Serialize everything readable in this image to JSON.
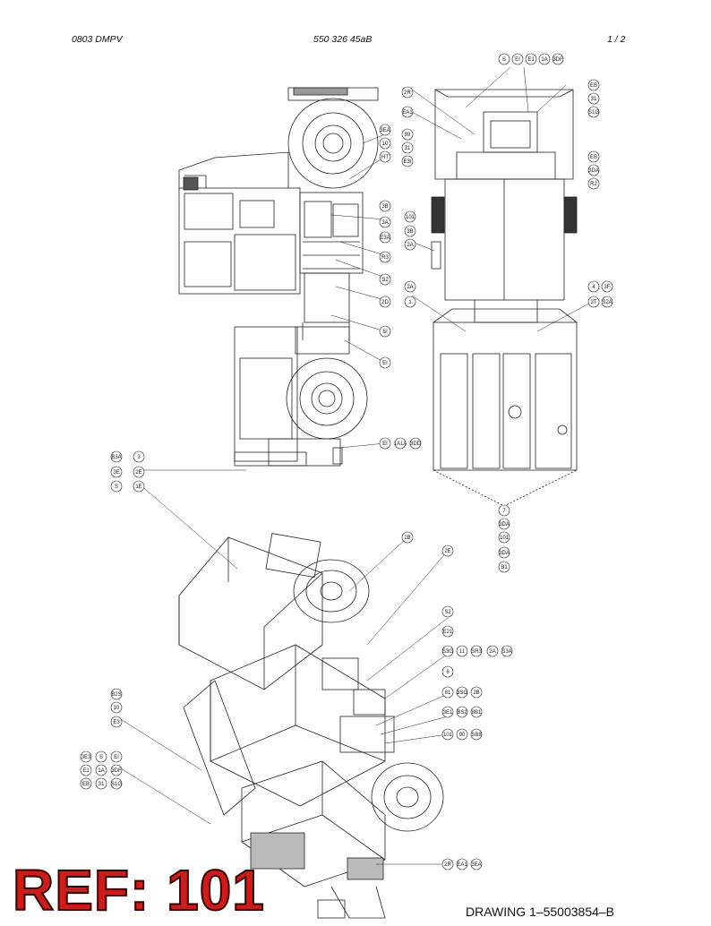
{
  "header": {
    "left": "0803 DMPV",
    "center": "550 326 45aB",
    "page": "1 /  2"
  },
  "ref_label": "REF: 101",
  "drawing_number": "DRAWING 1–55003854–B",
  "callouts": {
    "top_view_right": [
      "S",
      "EI",
      "E1",
      "1A",
      "3DF",
      "EB",
      "31",
      "S1G",
      "2R",
      "EA1",
      "3EA",
      "10",
      "HT",
      "89",
      "31",
      "E3I",
      "EB",
      "3DA",
      "R2",
      "3B"
    ],
    "side_view": [
      "3A",
      "E3A",
      "101",
      "3B",
      "2A",
      "R3",
      "S2",
      "2D",
      "2A",
      "1",
      "4",
      "3F",
      "S2A",
      "3T"
    ],
    "rear_view": [
      "SI",
      "EI",
      "EI",
      "1A1A",
      "3DD"
    ],
    "isometric": [
      "7",
      "3DA",
      "101",
      "3DA",
      "B1",
      "B3A",
      "3E",
      "S",
      "3",
      "2E",
      "1E",
      "2B",
      "2E",
      "S2",
      "E21",
      "S3G",
      "11",
      "SR3",
      "2A",
      "S3A",
      "6",
      "81",
      "3SG",
      "2B",
      "3E1",
      "BS2",
      "8B1",
      "101",
      "90",
      "SB8",
      "B2S",
      "10",
      "E3",
      "3E3"
    ]
  }
}
